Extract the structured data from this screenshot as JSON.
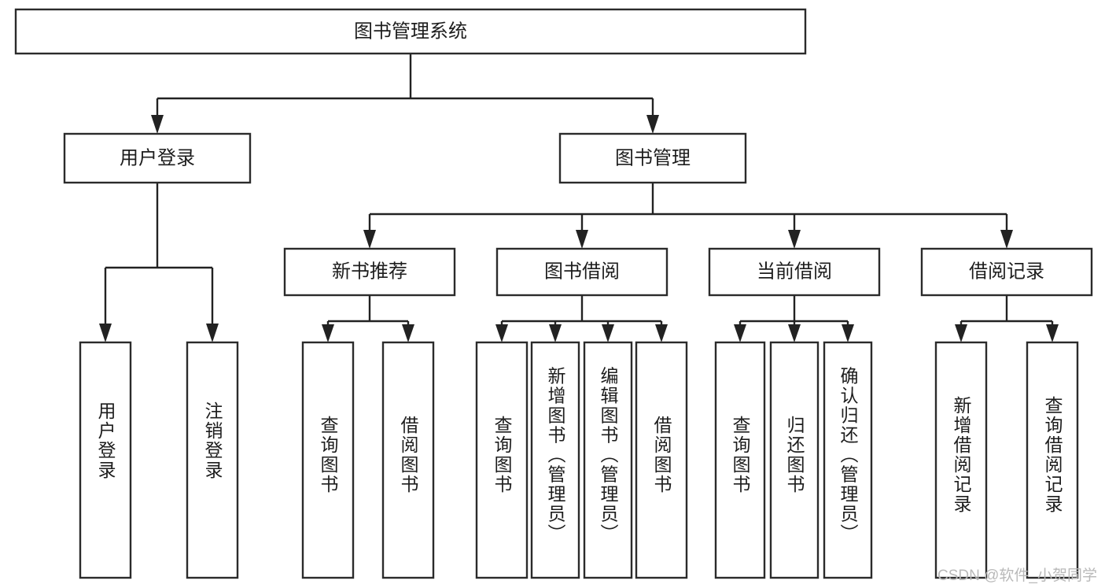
{
  "diagram": {
    "type": "hierarchy-tree",
    "title": "图书管理系统",
    "watermark": "CSDN @软件_小贺同学",
    "colors": {
      "box_fill": "#ffffff",
      "box_stroke": "#2b2b2b",
      "connector": "#222222",
      "text": "#1d1d1d",
      "watermark": "#b9b9b9",
      "background": "#ffffff"
    },
    "root": {
      "label": "图书管理系统"
    },
    "level2": [
      {
        "label": "用户登录"
      },
      {
        "label": "图书管理"
      }
    ],
    "level3": [
      {
        "label": "新书推荐"
      },
      {
        "label": "图书借阅"
      },
      {
        "label": "当前借阅"
      },
      {
        "label": "借阅记录"
      }
    ],
    "leaves": {
      "user_login": [
        {
          "label": "用户登录"
        },
        {
          "label": "注销登录"
        }
      ],
      "new_book_recommend": [
        {
          "label": "查询图书"
        },
        {
          "label": "借阅图书"
        }
      ],
      "book_borrow": [
        {
          "label": "查询图书"
        },
        {
          "label": "新增图书（管理员）"
        },
        {
          "label": "编辑图书（管理员）"
        },
        {
          "label": "借阅图书"
        }
      ],
      "current_borrow": [
        {
          "label": "查询图书"
        },
        {
          "label": "归还图书"
        },
        {
          "label": "确认归还（管理员）"
        }
      ],
      "borrow_record": [
        {
          "label": "新增借阅记录"
        },
        {
          "label": "查询借阅记录"
        }
      ]
    }
  }
}
